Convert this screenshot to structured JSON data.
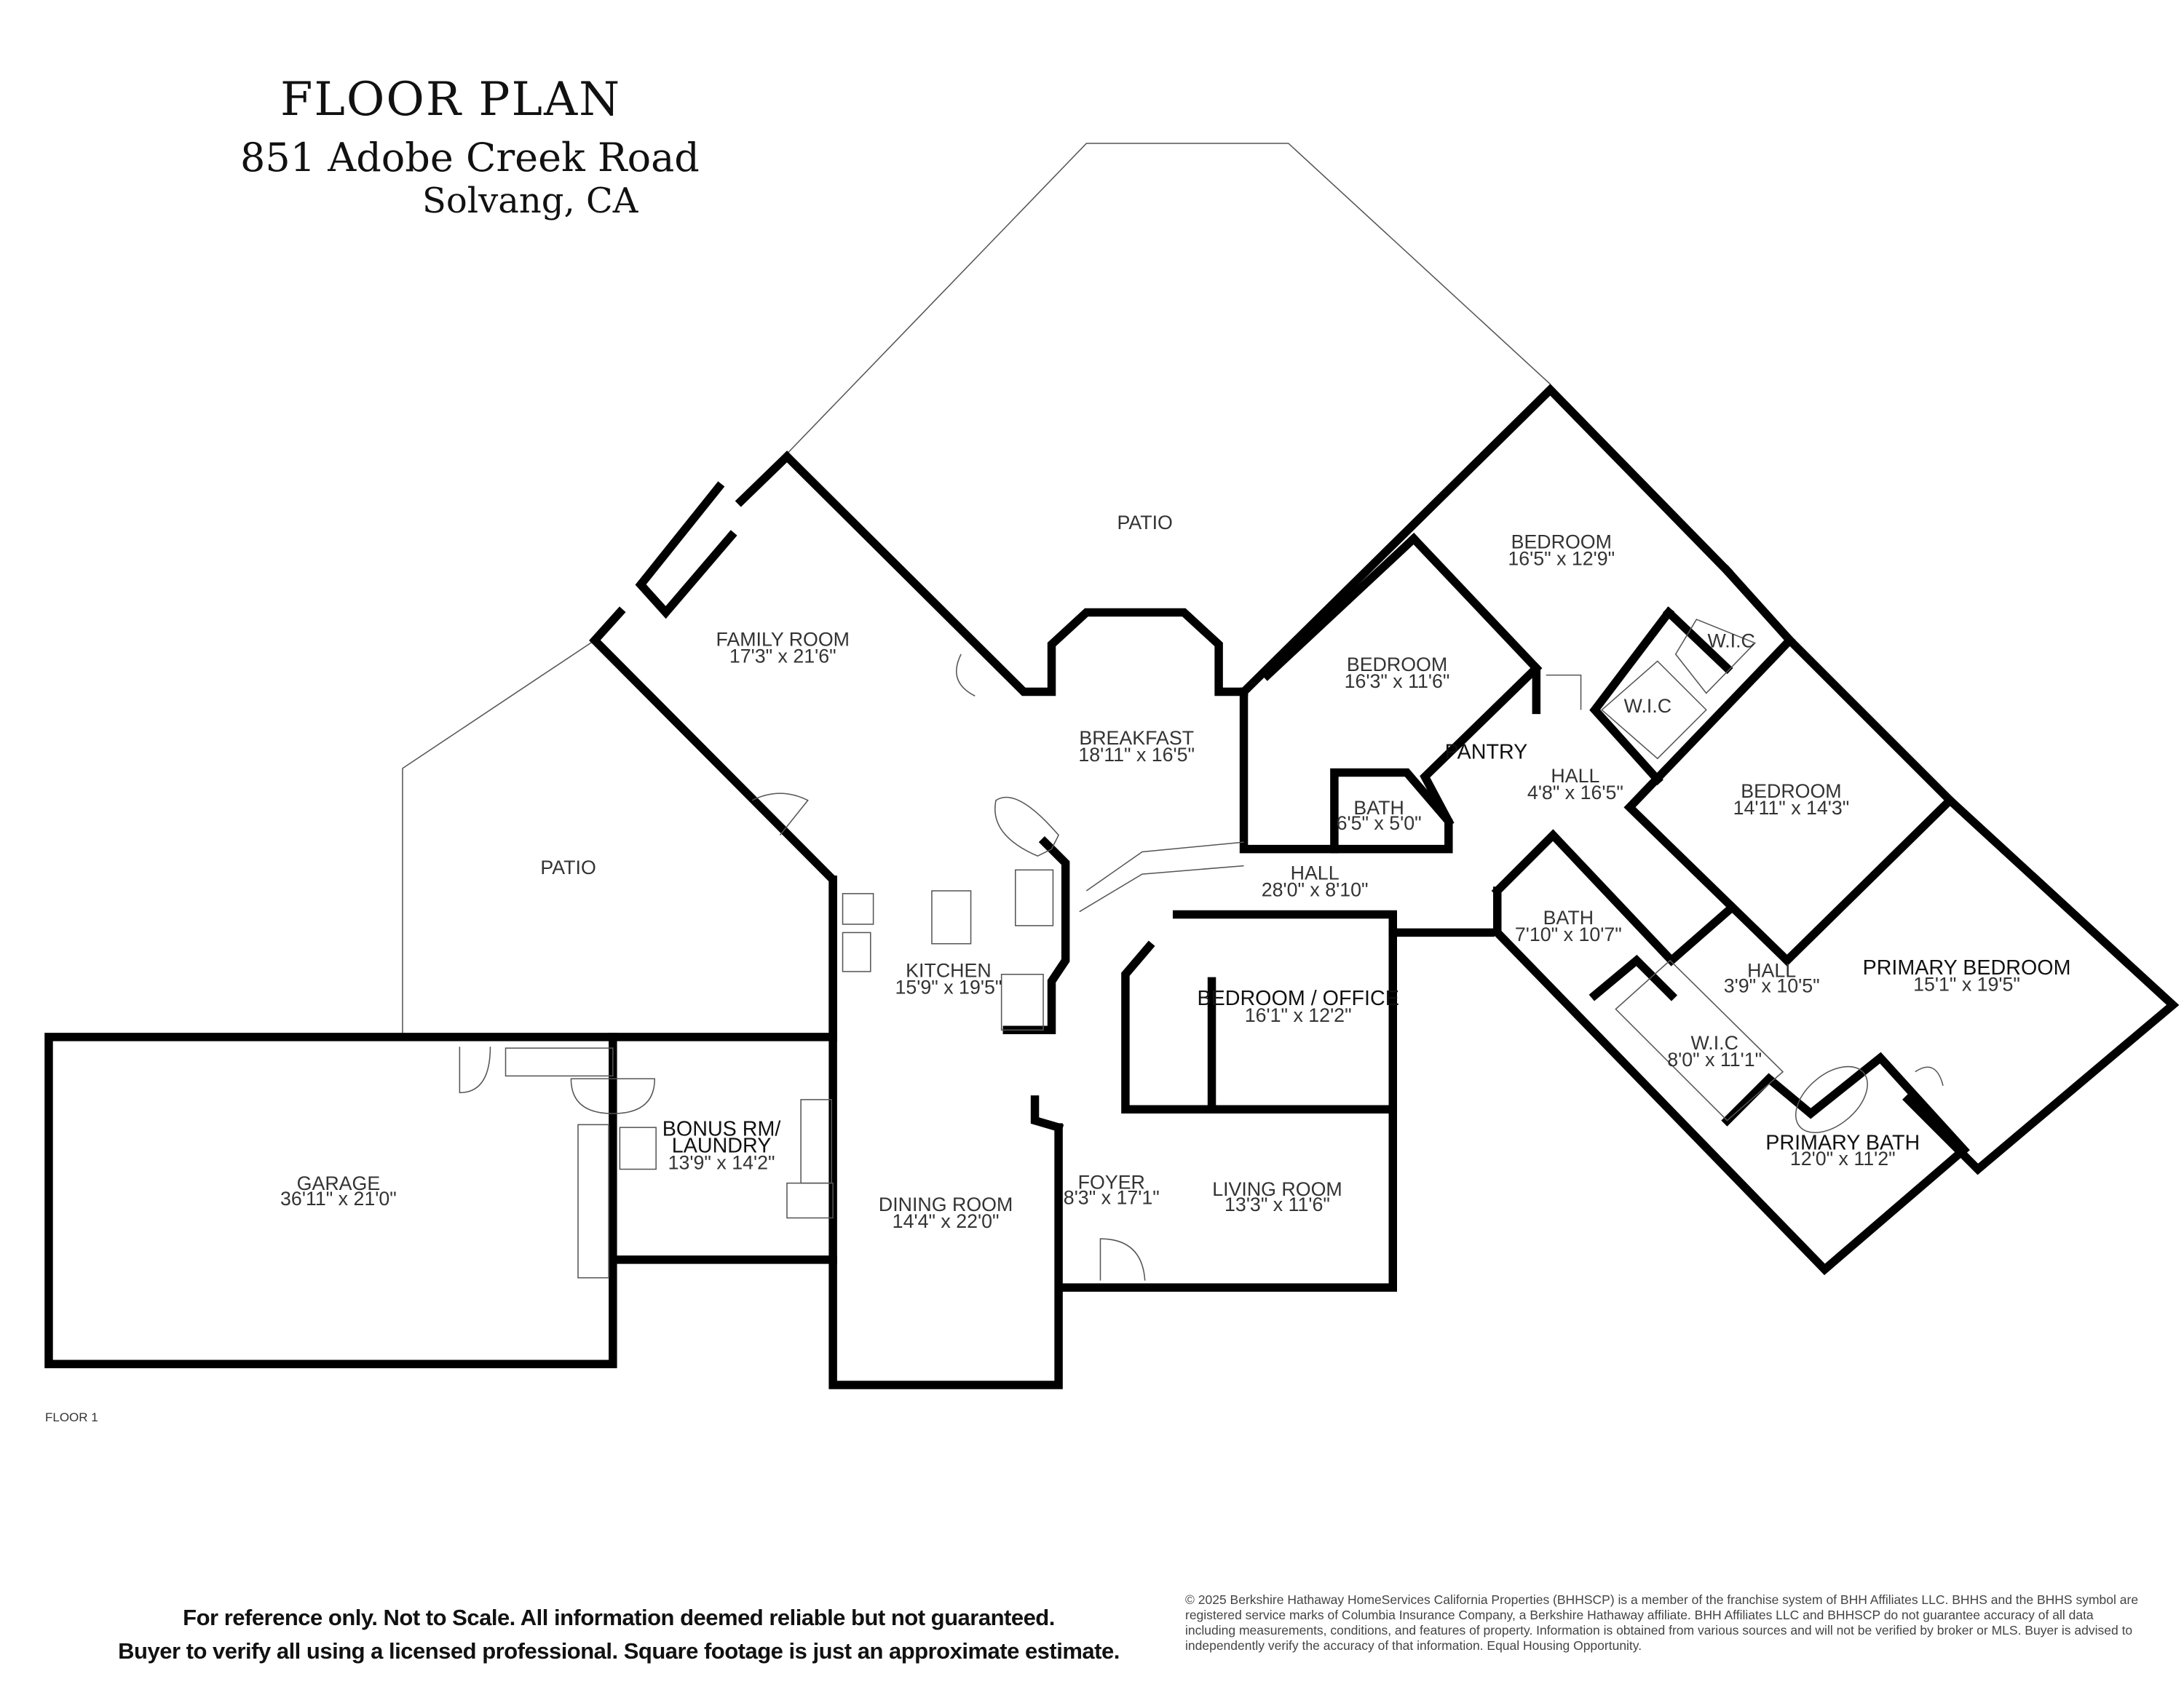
{
  "header": {
    "title": "FLOOR PLAN",
    "address_line1": "851 Adobe Creek Road",
    "address_line2": "Solvang, CA"
  },
  "floor_label": "FLOOR 1",
  "rooms": {
    "patio_north": {
      "name": "PATIO",
      "dims": ""
    },
    "patio_west": {
      "name": "PATIO",
      "dims": ""
    },
    "family_room": {
      "name": "FAMILY ROOM",
      "dims": "17'3\" x 21'6\""
    },
    "breakfast": {
      "name": "BREAKFAST",
      "dims": "18'11\" x 16'5\""
    },
    "bedroom_2": {
      "name": "BEDROOM",
      "dims": "16'3\" x 11'6\""
    },
    "bedroom_3": {
      "name": "BEDROOM",
      "dims": "16'5\" x 12'9\""
    },
    "wic_upper": {
      "name": "W.I.C",
      "dims": ""
    },
    "wic_lower": {
      "name": "W.I.C",
      "dims": ""
    },
    "pantry": {
      "name": "PANTRY",
      "dims": ""
    },
    "hall_short": {
      "name": "HALL",
      "dims": "4'8\" x 16'5\""
    },
    "bath_small": {
      "name": "BATH",
      "dims": "6'5\" x 5'0\""
    },
    "bedroom_4": {
      "name": "BEDROOM",
      "dims": "14'11\" x 14'3\""
    },
    "hall_main": {
      "name": "HALL",
      "dims": "28'0\" x 8'10\""
    },
    "kitchen": {
      "name": "KITCHEN",
      "dims": "15'9\" x 19'5\""
    },
    "bath_hall": {
      "name": "BATH",
      "dims": "7'10\" x 10'7\""
    },
    "bedroom_office": {
      "name": "BEDROOM / OFFICE",
      "dims": "16'1\" x 12'2\""
    },
    "hall_primary": {
      "name": "HALL",
      "dims": "3'9\" x 10'5\""
    },
    "primary_bedroom": {
      "name": "PRIMARY BEDROOM",
      "dims": "15'1\" x 19'5\""
    },
    "wic_primary": {
      "name": "W.I.C",
      "dims": "8'0\" x 11'1\""
    },
    "primary_bath": {
      "name": "PRIMARY BATH",
      "dims": "12'0\" x 11'2\""
    },
    "garage": {
      "name": "GARAGE",
      "dims": "36'11\" x 21'0\""
    },
    "bonus_laundry": {
      "name_line1": "BONUS RM/",
      "name_line2": "LAUNDRY",
      "dims": "13'9\" x 14'2\""
    },
    "dining_room": {
      "name": "DINING ROOM",
      "dims": "14'4\" x 22'0\""
    },
    "foyer": {
      "name": "FOYER",
      "dims": "8'3\" x 17'1\""
    },
    "living_room": {
      "name": "LIVING ROOM",
      "dims": "13'3\" x 11'6\""
    }
  },
  "disclaimer": {
    "line1": "For reference only. Not to Scale.  All information deemed reliable but not guaranteed.",
    "line2": "Buyer to verify all using a licensed professional. Square footage is just an approximate estimate."
  },
  "legal": "© 2025 Berkshire Hathaway HomeServices California Properties (BHHSCP) is a member of the franchise system of BHH Affiliates LLC. BHHS and the BHHS symbol are registered service marks of Columbia Insurance Company, a Berkshire Hathaway affiliate. BHH Affiliates LLC and BHHSCP do not guarantee accuracy of all data including measurements, conditions, and features of property. Information is obtained from various sources and will not be verified by broker or MLS. Buyer is advised to independently verify the accuracy of that information. Equal Housing Opportunity.",
  "colors": {
    "wall": "#000000",
    "background": "#ffffff",
    "text": "#333333"
  }
}
